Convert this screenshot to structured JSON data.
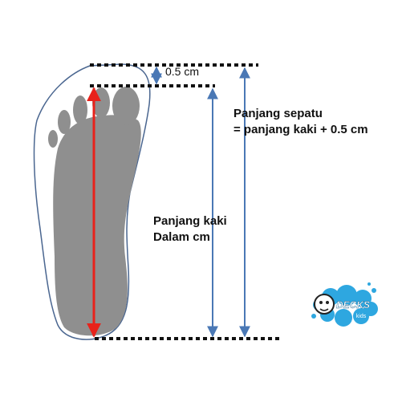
{
  "labels": {
    "gap": "0.5 cm",
    "shoe_length_line1": "Panjang sepatu",
    "shoe_length_line2": "= panjang kaki + 0.5 cm",
    "foot_length_line1": "Panjang kaki",
    "foot_length_line2": "Dalam cm"
  },
  "logo": {
    "text": "DECKS",
    "subtext": "kids"
  },
  "colors": {
    "arrow_blue": "#4a78b5",
    "foot_length_red": "#e8221b",
    "foot_fill": "#8f8f8f",
    "outline": "#4a6690",
    "dotted_line": "#111111",
    "logo_blue": "#2ea7e0"
  }
}
